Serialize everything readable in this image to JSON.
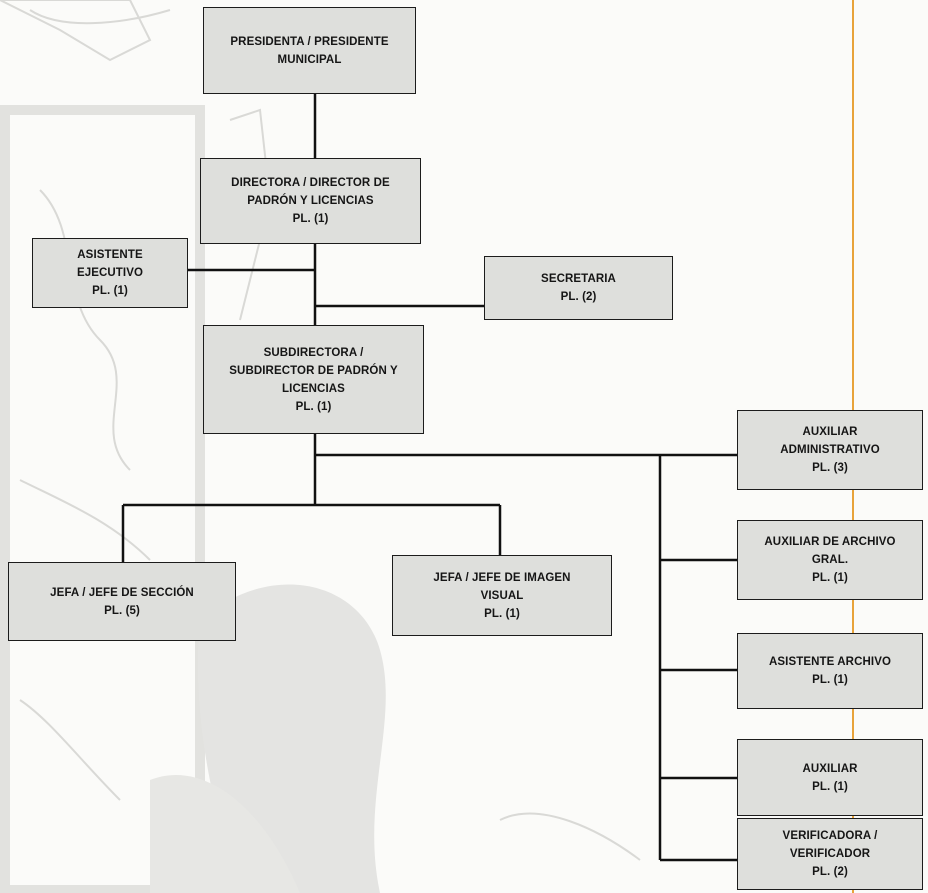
{
  "org_chart": {
    "nodes": {
      "presidente": {
        "lines": [
          "PRESIDENTA / PRESIDENTE",
          "MUNICIPAL"
        ]
      },
      "director": {
        "lines": [
          "DIRECTORA / DIRECTOR DE",
          "PADRÓN Y LICENCIAS",
          "PL. (1)"
        ]
      },
      "asistente_ejecutivo": {
        "lines": [
          "ASISTENTE",
          "EJECUTIVO",
          "PL. (1)"
        ]
      },
      "secretaria": {
        "lines": [
          "SECRETARIA",
          "PL. (2)"
        ]
      },
      "subdirector": {
        "lines": [
          "SUBDIRECTORA /",
          "SUBDIRECTOR DE PADRÓN Y",
          "LICENCIAS",
          "PL. (1)"
        ]
      },
      "jefe_seccion": {
        "lines": [
          "JEFA / JEFE DE SECCIÓN",
          "PL. (5)"
        ]
      },
      "jefe_imagen": {
        "lines": [
          "JEFA / JEFE DE IMAGEN",
          "VISUAL",
          "PL. (1)"
        ]
      },
      "auxiliar_administrativo": {
        "lines": [
          "AUXILIAR",
          "ADMINISTRATIVO",
          "PL. (3)"
        ]
      },
      "auxiliar_archivo": {
        "lines": [
          "AUXILIAR DE ARCHIVO",
          "GRAL.",
          "PL. (1)"
        ]
      },
      "asistente_archivo": {
        "lines": [
          "ASISTENTE ARCHIVO",
          "PL. (1)"
        ]
      },
      "auxiliar": {
        "lines": [
          "AUXILIAR",
          "PL. (1)"
        ]
      },
      "verificador": {
        "lines": [
          "VERIFICADORA /",
          "VERIFICADOR",
          "PL. (2)"
        ]
      }
    },
    "colors": {
      "box_fill": "#dedfdc",
      "line": "#111111",
      "accent_line": "#e8a33a"
    }
  }
}
